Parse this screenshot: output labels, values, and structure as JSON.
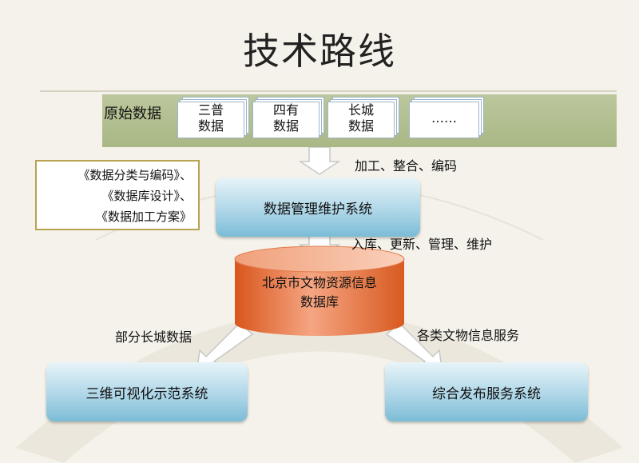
{
  "title": "技术路线",
  "raw_data": {
    "label": "原始数据",
    "docs": [
      [
        "三普",
        "数据"
      ],
      [
        "四有",
        "数据"
      ],
      [
        "长城",
        "数据"
      ],
      [
        "……",
        ""
      ]
    ]
  },
  "note_lines": [
    "《数据分类与编码》、",
    "《数据库设计》、",
    "《数据加工方案》"
  ],
  "flow_labels": {
    "process": "加工、整合、编码",
    "store": "入库、更新、管理、维护",
    "partial": "部分长城数据",
    "services": "各类文物信息服务"
  },
  "systems": {
    "manage": "数据管理维护系统",
    "visual": "三维可视化示范系统",
    "publish": "综合发布服务系统"
  },
  "database_lines": [
    "北京市文物资源信息",
    "数据库"
  ]
}
